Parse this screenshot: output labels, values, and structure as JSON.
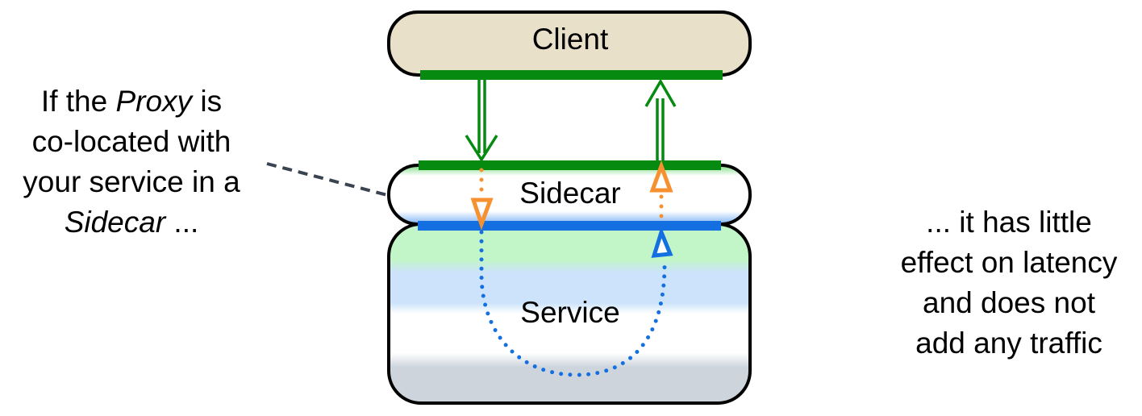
{
  "nodes": {
    "client": {
      "label": "Client",
      "fill": "#e8e0c8"
    },
    "sidecar": {
      "label": "Sidecar"
    },
    "service": {
      "label": "Service"
    }
  },
  "notes": {
    "left": {
      "line1_a": "If the ",
      "line1_italic": "Proxy",
      "line1_b": " is",
      "line2": "co-located with",
      "line3": "your service in a",
      "line4_italic": "Sidecar",
      "line4_b": " ..."
    },
    "right": {
      "line1": "... it has little",
      "line2": "effect on latency",
      "line3": "and does not",
      "line4": "add any traffic"
    }
  },
  "colors": {
    "network_link": "#068a10",
    "local_link": "#1470e0",
    "proxy_flow": "#f7902f",
    "callout_line": "#3a4450"
  },
  "flows": [
    {
      "name": "client-to-sidecar-request",
      "type": "network",
      "direction": "down"
    },
    {
      "name": "sidecar-to-client-response",
      "type": "network",
      "direction": "up"
    },
    {
      "name": "sidecar-internal-request",
      "type": "proxy",
      "direction": "down"
    },
    {
      "name": "sidecar-internal-response",
      "type": "proxy",
      "direction": "up"
    },
    {
      "name": "service-loop",
      "type": "local",
      "direction": "down-and-up"
    }
  ]
}
